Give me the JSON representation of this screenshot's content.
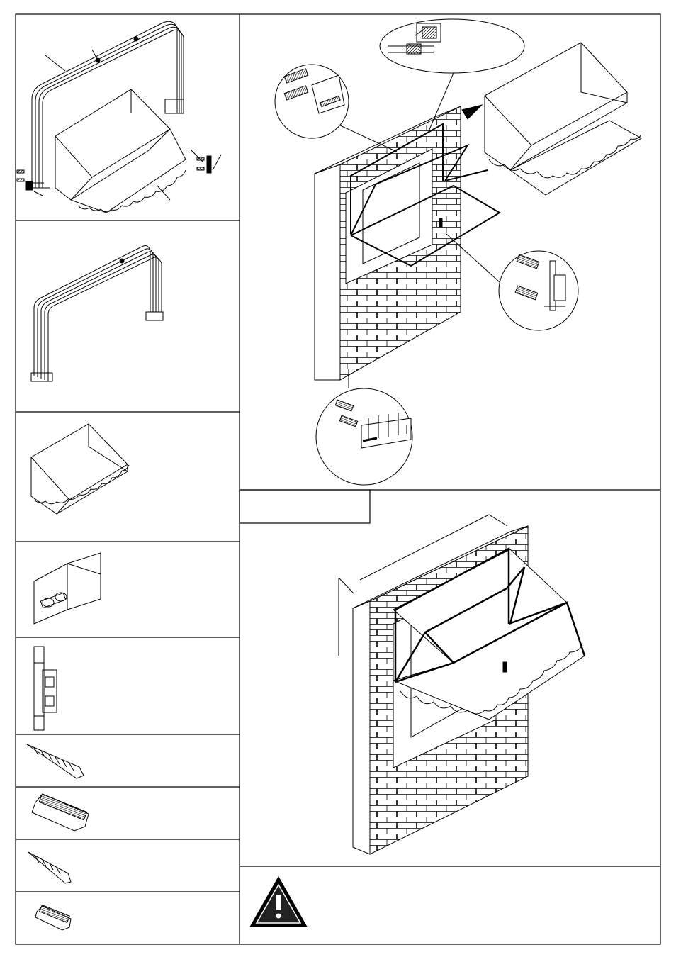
{
  "page": {
    "background": "#ffffff",
    "line_color": "#000000"
  },
  "parts_panels": [
    {
      "id": "kit-overview",
      "icon": "awning-kit-exploded-icon"
    },
    {
      "id": "frame",
      "icon": "tubular-frame-icon"
    },
    {
      "id": "canopy",
      "icon": "fabric-canopy-icon"
    },
    {
      "id": "top-bracket",
      "icon": "top-bracket-icon"
    },
    {
      "id": "side-bracket",
      "icon": "side-bracket-icon"
    },
    {
      "id": "long-screw",
      "icon": "long-screw-icon"
    },
    {
      "id": "large-wall-plug",
      "icon": "large-wall-plug-icon"
    },
    {
      "id": "short-screw",
      "icon": "short-screw-icon"
    },
    {
      "id": "small-wall-plug",
      "icon": "small-wall-plug-icon"
    }
  ],
  "assembly": {
    "step_icon": "frame-mount-on-wall-icon",
    "detail_callouts": [
      "canopy-fabric-detail-icon",
      "top-bracket-detail-icon",
      "side-bracket-detail-icon",
      "bottom-bracket-detail-icon"
    ]
  },
  "result": {
    "label_box": "",
    "icon": "installed-awning-icon"
  },
  "warning": {
    "icon": "warning-triangle-icon",
    "text": ""
  }
}
